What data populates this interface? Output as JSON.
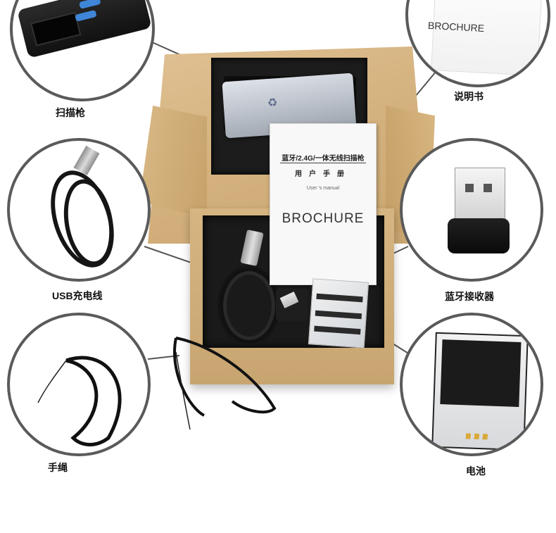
{
  "labels": {
    "scanner": "扫描枪",
    "manual": "说明书",
    "cable": "USB充电线",
    "dongle": "蓝牙接收器",
    "strap": "手绳",
    "battery": "电池"
  },
  "brochure": {
    "title": "蓝牙/2.4G/一体无线扫描枪",
    "subtitle": "用户手册",
    "subtitle_en": "User 's manual",
    "brand": "BROCHURE"
  },
  "manual_circle": {
    "brand": "BROCHURE"
  },
  "colors": {
    "cardboard": "#d3b07c",
    "foam": "#1c1c1c",
    "circle_border": "#5a5a5a",
    "scanner_buttons": "#3f86d8",
    "battery_contacts": "#d9a93a"
  }
}
